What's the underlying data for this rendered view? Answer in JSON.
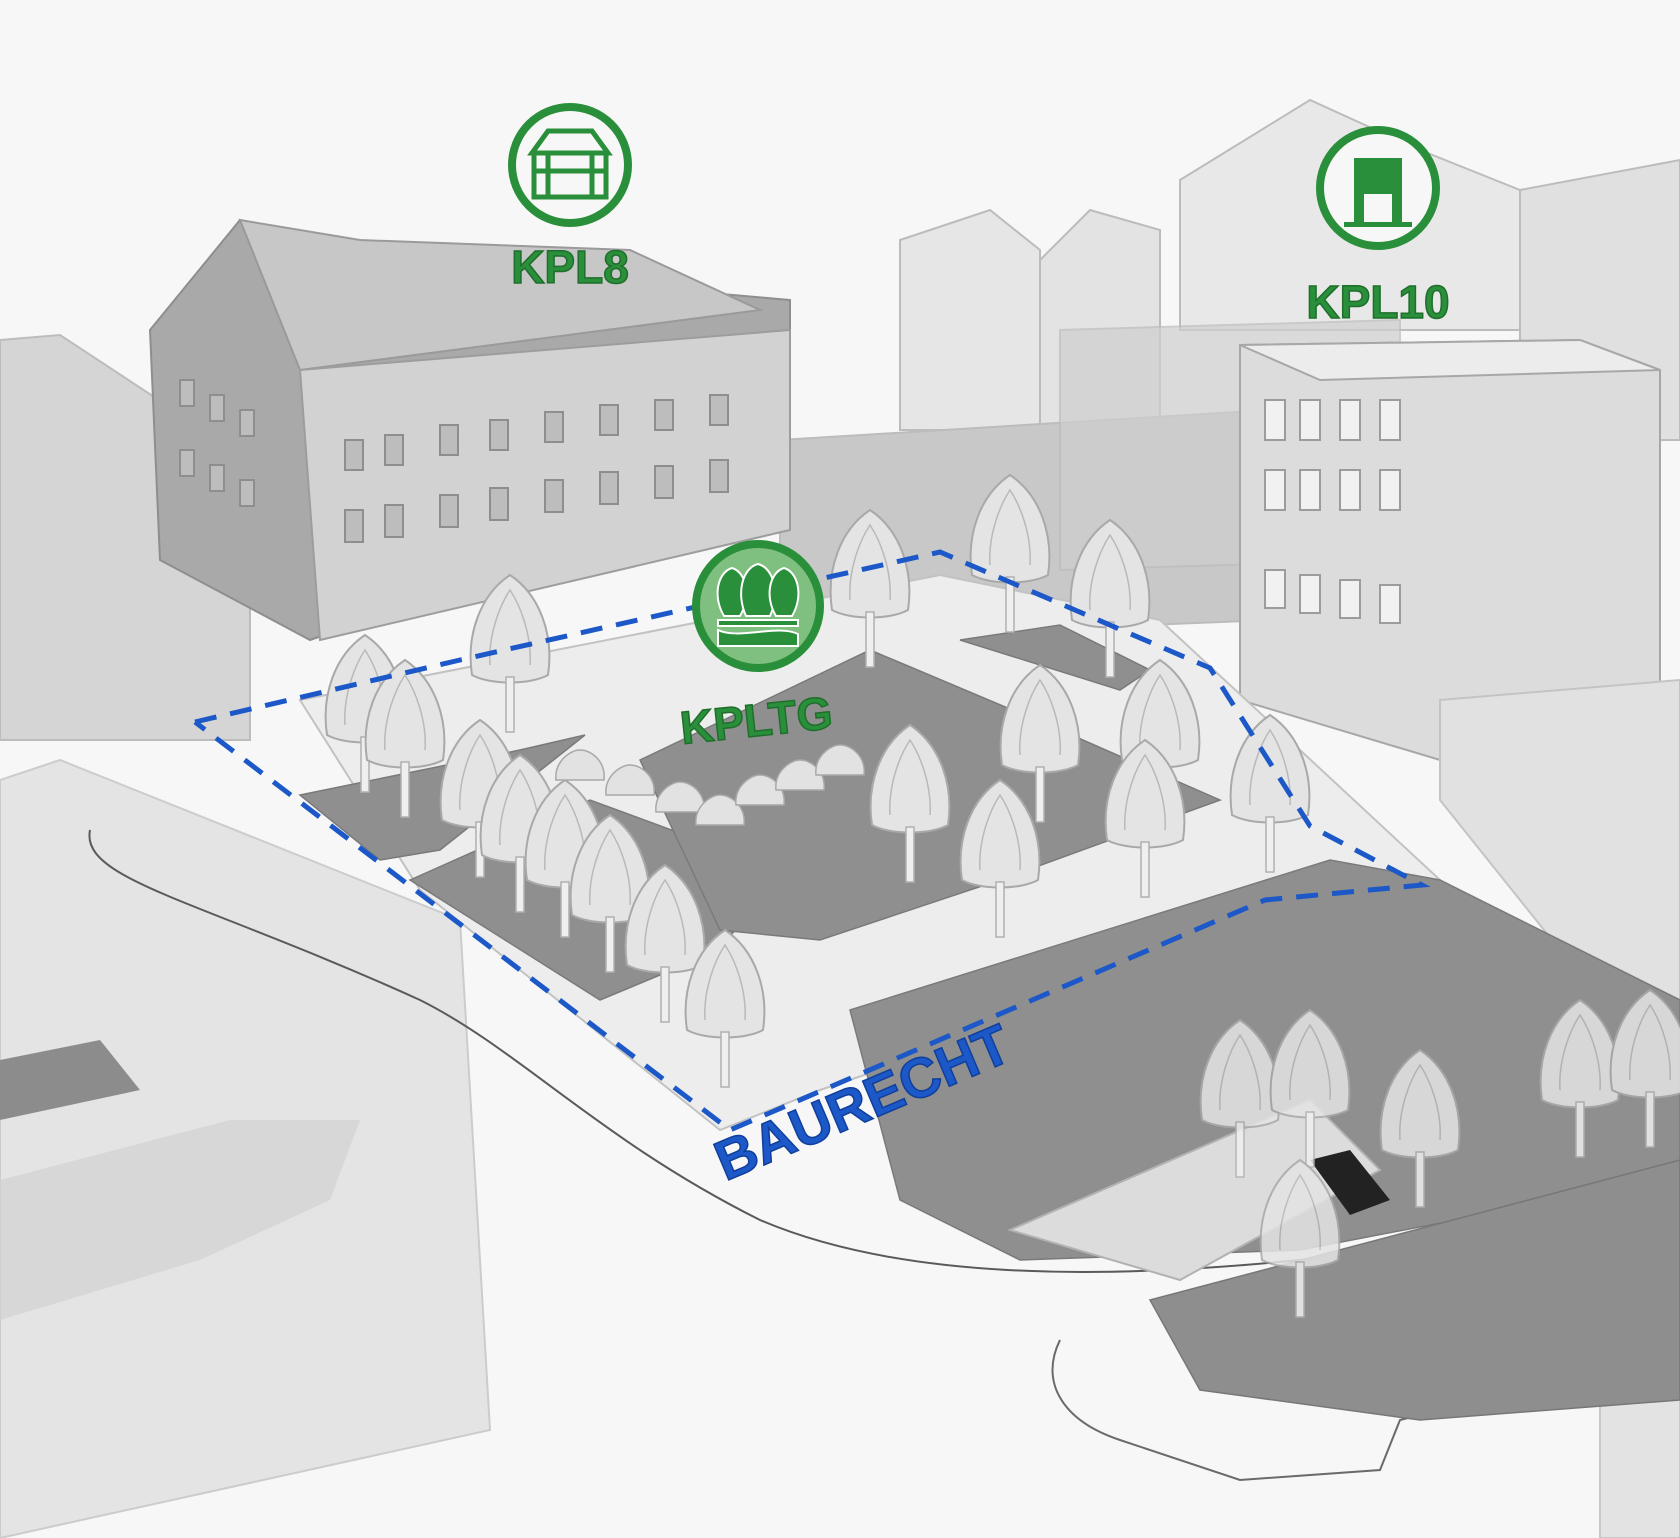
{
  "markers": {
    "kpl8": {
      "label": "KPL8",
      "icon": "building-icon"
    },
    "kpl10": {
      "label": "KPL10",
      "icon": "door-icon"
    },
    "kpltg": {
      "label": "KPLTG",
      "icon": "trees-icon"
    }
  },
  "boundary": {
    "label": "BAURECHT"
  },
  "colors": {
    "marker_green": "#2a8f3a",
    "boundary_blue": "#1c58c8",
    "ground_dark": "#8c8c8c",
    "building_light": "#d9d9d9"
  }
}
